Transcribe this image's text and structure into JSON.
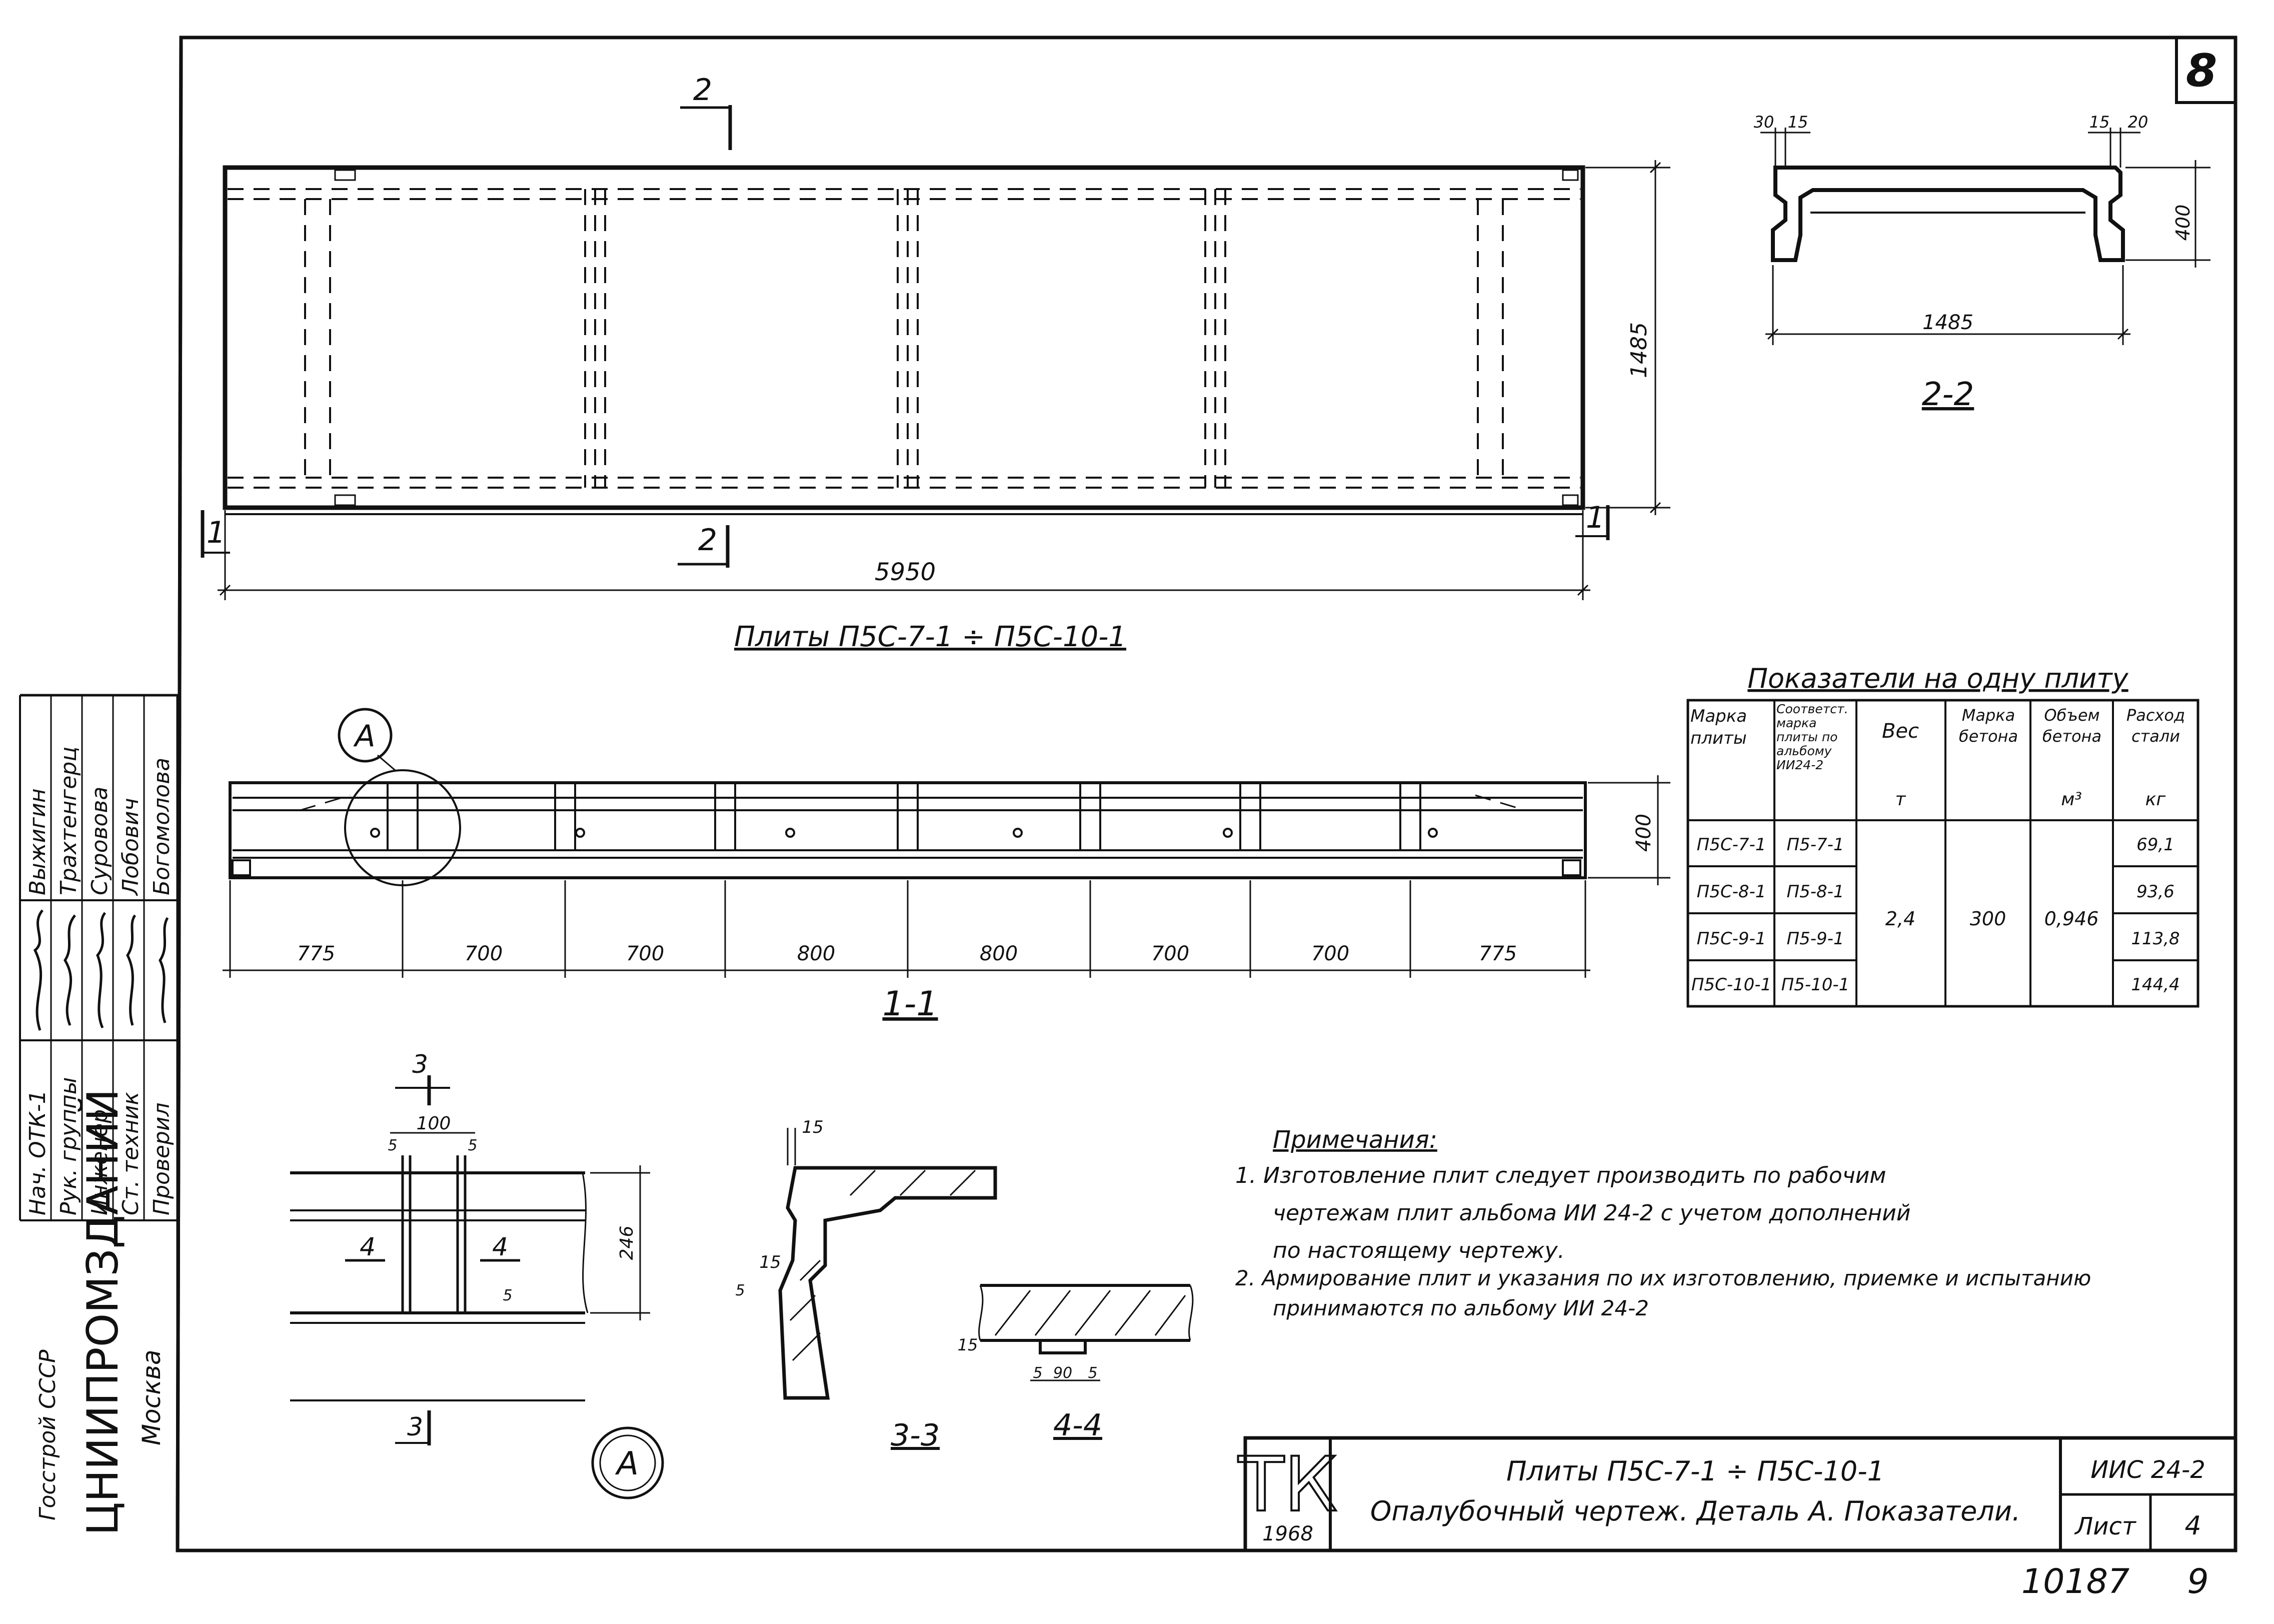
{
  "sheet_corner_number": "8",
  "plan_view": {
    "title": "Плиты П5С-7-1 ÷ П5С-10-1",
    "dim_length": "5950",
    "dim_width": "1485",
    "section_2_label": "2",
    "section_1_label": "1"
  },
  "section_2_2": {
    "title": "2-2",
    "dim_width": "1485",
    "dim_height": "400",
    "dim_top_left_a": "30",
    "dim_top_left_b": "15",
    "dim_top_right_a": "15",
    "dim_top_right_b": "20"
  },
  "section_1_1": {
    "title": "1-1",
    "callout": "А",
    "dim_height": "400",
    "spans": [
      "775",
      "700",
      "700",
      "800",
      "800",
      "700",
      "700",
      "775"
    ]
  },
  "detail_a": {
    "label": "А",
    "section_3_label": "3",
    "dim_rib": "100",
    "dim_gap_left": "5",
    "dim_gap_right": "5",
    "dim_height": "246",
    "dim_small": "5",
    "section_4_label_left": "4",
    "section_4_label_right": "4"
  },
  "section_3_3": {
    "title": "3-3",
    "dim_top": "15",
    "dim_side": "15",
    "dim_small": "5"
  },
  "section_4_4": {
    "title": "4-4",
    "dim_height": "15",
    "dim_left": "5",
    "dim_mid": "90",
    "dim_right": "5"
  },
  "indicators_table": {
    "title": "Показатели на одну плиту",
    "headers": [
      "Марка плиты",
      "Соответст. марка плиты по альбому ИИ24-2",
      "Вес",
      "Марка бетона",
      "Объем бетона",
      "Расход стали"
    ],
    "units": [
      "",
      "",
      "т",
      "",
      "м³",
      "кг"
    ],
    "rows": [
      {
        "mark": "П5С-7-1",
        "album_mark": "П5-7-1",
        "steel": "69,1"
      },
      {
        "mark": "П5С-8-1",
        "album_mark": "П5-8-1",
        "steel": "93,6"
      },
      {
        "mark": "П5С-9-1",
        "album_mark": "П5-9-1",
        "steel": "113,8"
      },
      {
        "mark": "П5С-10-1",
        "album_mark": "П5-10-1",
        "steel": "144,4"
      }
    ],
    "weight": "2,4",
    "concrete_grade": "300",
    "concrete_volume": "0,946"
  },
  "notes": {
    "heading": "Примечания:",
    "items": [
      "1. Изготовление плит следует производить по рабочим чертежам плит альбома ИИ24-2 с учетом дополнений по настоящему чертежу.",
      "2. Армирование плит и указания по их изготовлению, приемке и испытанию принимаются по альбому ИИ24-2"
    ],
    "lines": [
      "1.  Изготовление  плит  следует  производить  по  рабочим",
      "чертежам  плит  альбома ИИ 24-2  с  учетом  дополнений",
      "по  настоящему  чертежу.",
      "2.  Армирование  плит  и указания  по их  изготовлению, приемке и испытанию",
      "принимаются  по альбому  ИИ 24-2"
    ]
  },
  "title_block": {
    "logo": "ТК",
    "year": "1968",
    "title_line1": "Плиты П5С-7-1 ÷ П5С-10-1",
    "title_line2": "Опалубочный чертеж. Деталь А. Показатели.",
    "album": "ИИС 24-2",
    "sheet_label": "Лист",
    "sheet_number": "4"
  },
  "side_stamp": {
    "roles": [
      "Нач. ОТК-1",
      "Рук. группы",
      "Инженер",
      "Ст. техник",
      "Проверил"
    ],
    "names": [
      "Выжигин",
      "Трахтенгерц",
      "Суровова",
      "Лобович",
      "Богомолова"
    ],
    "org_parent": "Госстрой СССР",
    "org_name": "ЦНИИПРОМЗДАНИЙ",
    "org_city": "Москва"
  },
  "footer": {
    "archive_number": "10187",
    "page": "9"
  }
}
